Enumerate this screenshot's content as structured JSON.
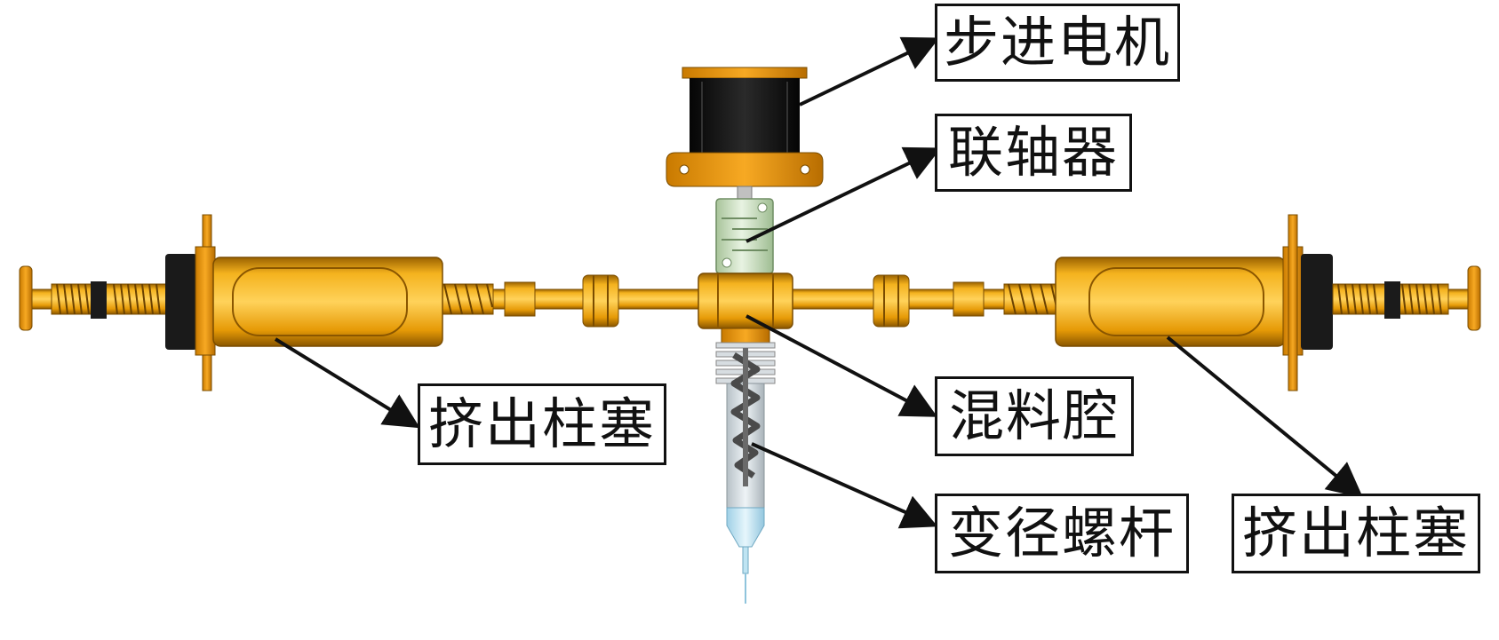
{
  "labels": {
    "stepper_motor": "步进电机",
    "coupling": "联轴器",
    "extrusion_plunger_left": "挤出柱塞",
    "mixing_chamber": "混料腔",
    "variable_pitch_screw": "变径螺杆",
    "extrusion_plunger_right": "挤出柱塞"
  },
  "colors": {
    "orange": "#f0a000",
    "orange_dark": "#a86800",
    "motor_body": "#151515",
    "coupling_green": "#cfe3c8",
    "nozzle_blue": "#bfe4f2",
    "arrow": "#111111"
  }
}
